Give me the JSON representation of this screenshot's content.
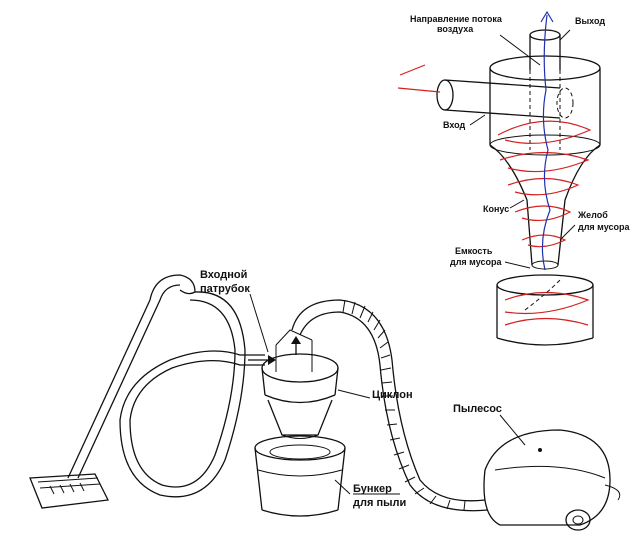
{
  "cyclone_labels": {
    "airflow": [
      "Направление потока",
      "воздуха"
    ],
    "outlet": "Выход",
    "inlet": "Вход",
    "cone": "Конус",
    "chute": [
      "Желоб",
      "для мусора"
    ],
    "container": [
      "Емкость",
      "для мусора"
    ]
  },
  "vacuum_labels": {
    "input_pipe": [
      "Входной",
      "патрубок"
    ],
    "cyclone": "Циклон",
    "vacuum": "Пылесос",
    "bunker": [
      "Бункер",
      "для пыли"
    ]
  },
  "colors": {
    "airflow_in": "#d42020",
    "airflow_out": "#2030b0",
    "line": "#111111"
  }
}
